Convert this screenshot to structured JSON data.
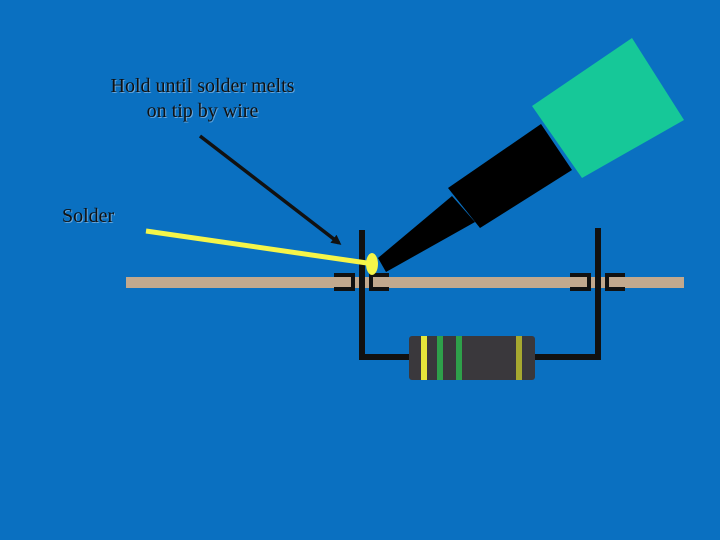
{
  "annotations": {
    "hold_line1": "Hold until solder melts",
    "hold_line2": "on tip by wire",
    "solder": "Solder"
  },
  "colors": {
    "background": "#0a70c1",
    "wire": "#c2a98e",
    "lead": "#111111",
    "solder": "#f5f549",
    "iron_barrel": "#000000",
    "iron_handle": "#16c898",
    "resistor_body": "#3a383c",
    "band_yellow": "#e6e63a",
    "band_green": "#2ea04a",
    "band_olive": "#a6a830",
    "arrow": "#111111"
  },
  "icons": [
    "soldering-iron-icon",
    "resistor-icon",
    "solder-wire-icon"
  ]
}
